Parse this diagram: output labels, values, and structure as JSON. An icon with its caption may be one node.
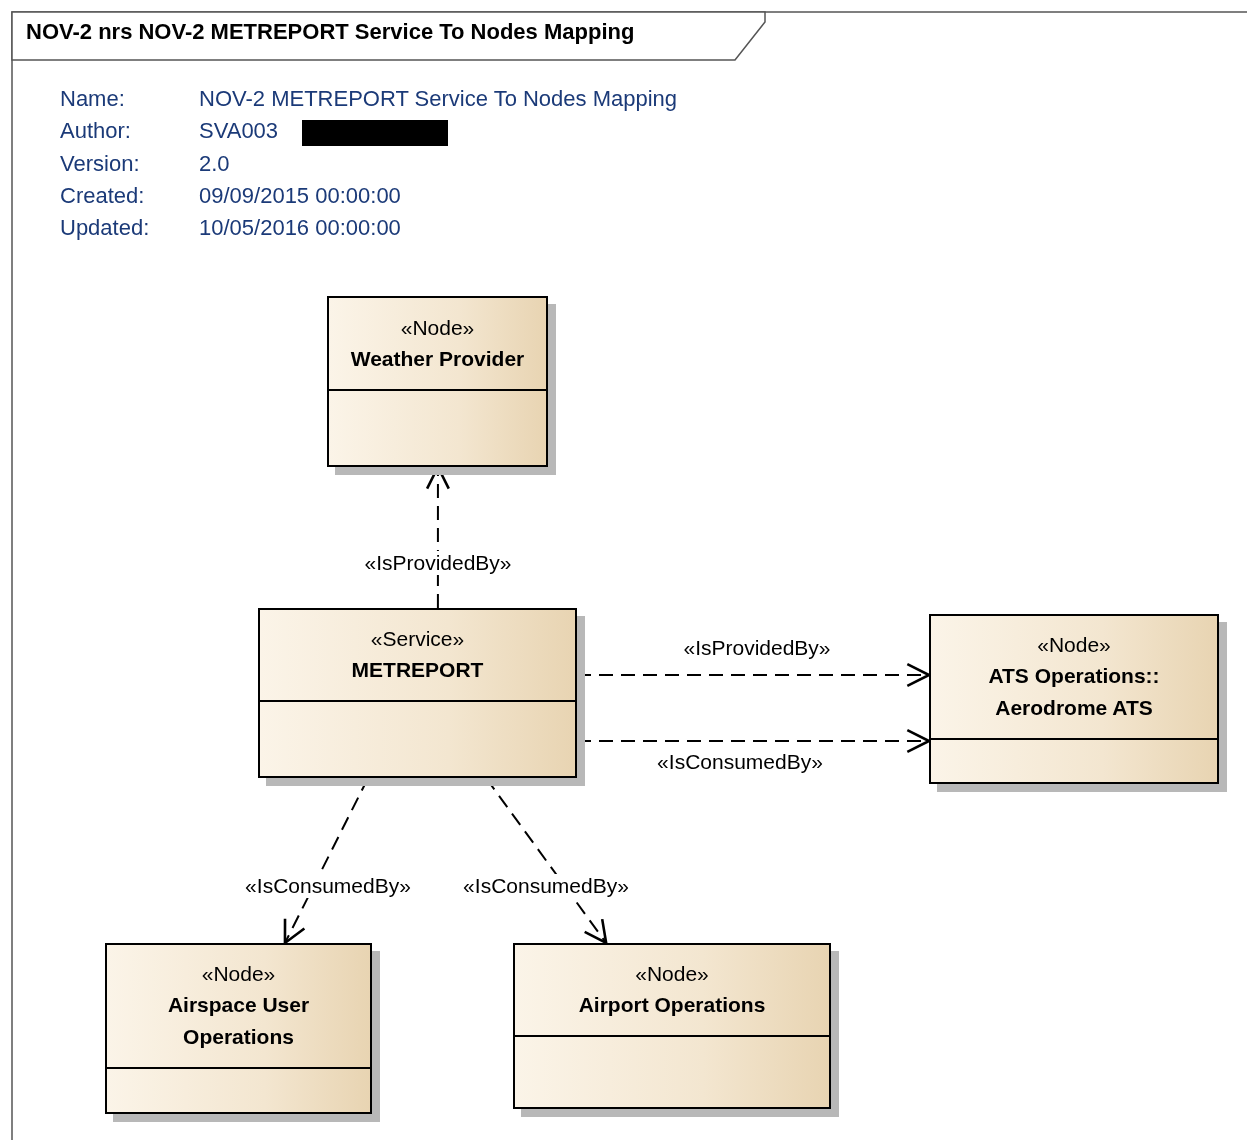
{
  "diagram": {
    "title": "NOV-2 nrs NOV-2 METREPORT Service To Nodes Mapping",
    "nodes": [
      {
        "text": [
          "«Node»",
          "Weather Provider"
        ]
      },
      {
        "text": [
          "«Service»",
          "METREPORT"
        ]
      },
      {
        "text": [
          "«Node»",
          "ATS Operations:: Aerodrome ATS"
        ]
      },
      {
        "text": [
          "«Node»",
          "Airspace User Operations"
        ]
      },
      {
        "text": [
          "«Node»",
          "Airport Operations"
        ]
      }
    ],
    "edges": [
      {
        "from": 1,
        "to": 0,
        "arrow": "to",
        "label": "«IsProvidedBy»",
        "style": "dashed"
      },
      {
        "from": 1,
        "to": 2,
        "arrow": "to",
        "label": "«IsProvidedBy»",
        "style": "dashed"
      },
      {
        "from": 1,
        "to": 2,
        "arrow": "to",
        "label": "«IsConsumedBy»",
        "style": "dashed"
      },
      {
        "from": 1,
        "to": 3,
        "arrow": "to",
        "label": "«IsConsumedBy»",
        "style": "dashed"
      },
      {
        "from": 1,
        "to": 4,
        "arrow": "to",
        "label": "«IsConsumedBy»",
        "style": "dashed"
      }
    ],
    "labels": [
      "Name:",
      "NOV-2 METREPORT Service To Nodes Mapping",
      "Author:",
      "SVA003",
      "Version:",
      "2.0",
      "Created:",
      "09/09/2015 00:00:00",
      "Updated:",
      "10/05/2016 00:00:00"
    ]
  }
}
